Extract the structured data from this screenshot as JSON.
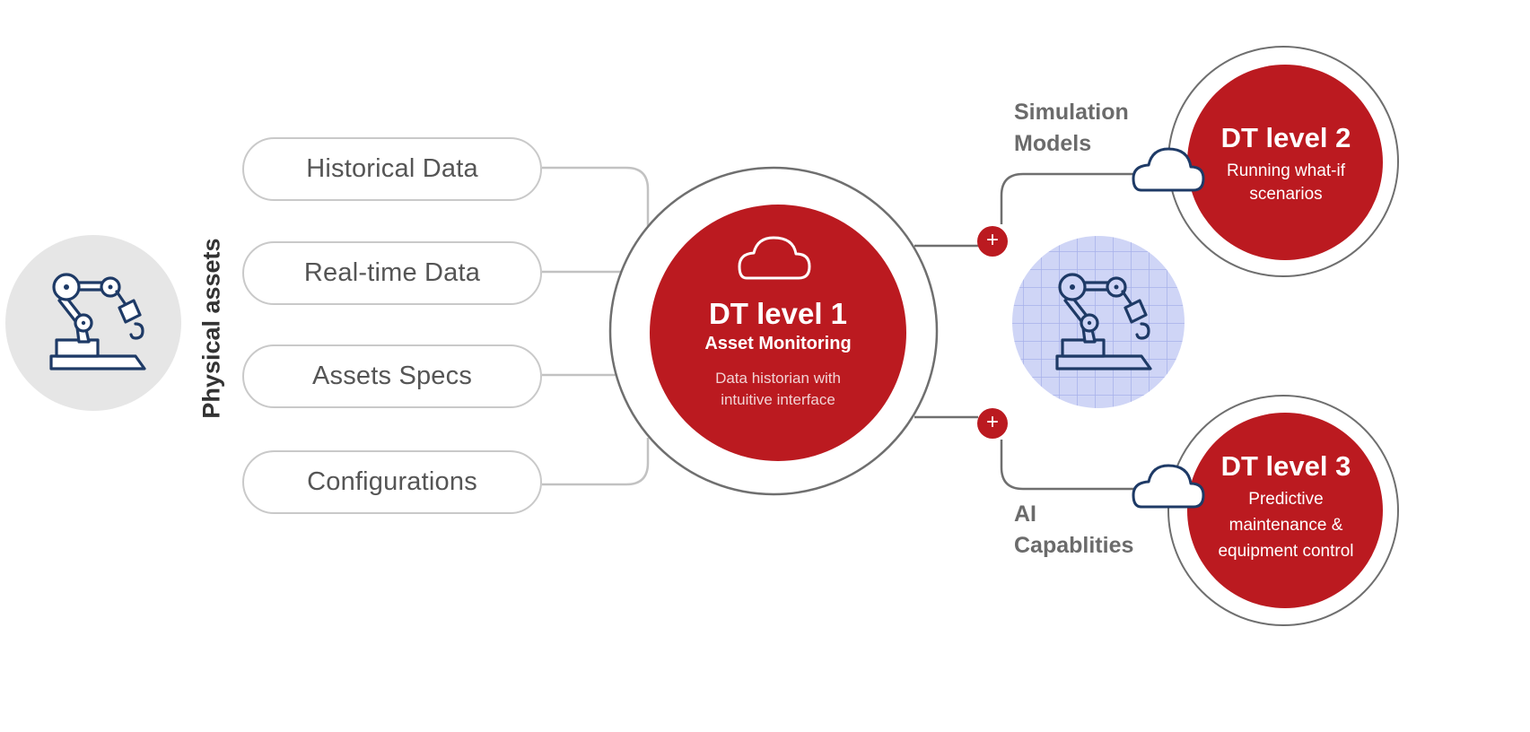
{
  "physical_assets": {
    "label": "Physical assets",
    "icon": "robot-arm-icon"
  },
  "data_sources": [
    {
      "label": "Historical Data"
    },
    {
      "label": "Real-time Data"
    },
    {
      "label": "Assets Specs"
    },
    {
      "label": "Configurations"
    }
  ],
  "level1": {
    "title": "DT level 1",
    "subtitle": "Asset Monitoring",
    "line1": "Data historian with",
    "line2": "intuitive interface",
    "icon": "cloud-icon"
  },
  "center_icon": "robot-arm-grid-icon",
  "connectors": {
    "plus_symbol": "+"
  },
  "simulation_label": {
    "line1": "Simulation",
    "line2": "Models"
  },
  "ai_label": {
    "line1": "AI",
    "line2": "Capablities"
  },
  "level2": {
    "title": "DT level 2",
    "line1": "Running what-if",
    "line2": "scenarios",
    "icon": "cloud-icon"
  },
  "level3": {
    "title": "DT level 3",
    "line1": "Predictive",
    "line2": "maintenance &",
    "line3": "equipment control",
    "icon": "cloud-icon"
  },
  "colors": {
    "brand_red": "#bb1a20",
    "navy": "#1e3a66",
    "connector_gray": "#c2c2c2",
    "dark_gray": "#6f6f6f",
    "light_bg": "#e6e6e6",
    "grid_blue": "#c6cdf3"
  }
}
